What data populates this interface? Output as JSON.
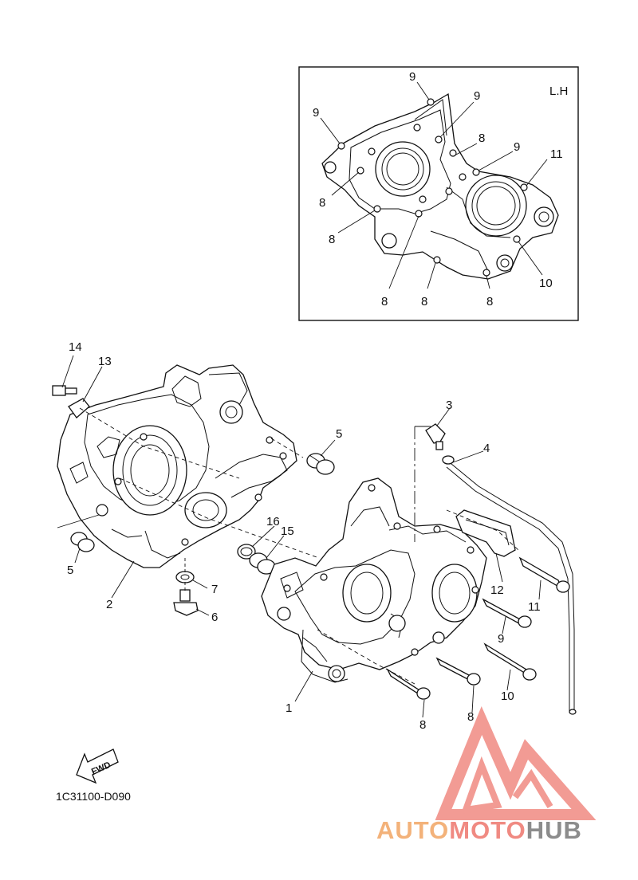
{
  "inset": {
    "title": "L.H"
  },
  "drawing_code": "1C31100-D090",
  "fwd_label": "FWD",
  "watermark": {
    "part1": "AUTO",
    "part2": "MOTO",
    "part3": "HUB",
    "color_light": "#f3b27a",
    "color_red": "#f08a82",
    "color_grey": "#8c8c8c"
  },
  "inset_callouts": [
    {
      "id": "i9a",
      "text": "9"
    },
    {
      "id": "i9b",
      "text": "9"
    },
    {
      "id": "i9c",
      "text": "9"
    },
    {
      "id": "i9d",
      "text": "9"
    },
    {
      "id": "i8a",
      "text": "8"
    },
    {
      "id": "i8b",
      "text": "8"
    },
    {
      "id": "i8c",
      "text": "8"
    },
    {
      "id": "i11",
      "text": "11"
    },
    {
      "id": "i8d",
      "text": "8"
    },
    {
      "id": "i8e",
      "text": "8"
    },
    {
      "id": "i8f",
      "text": "8"
    },
    {
      "id": "i10",
      "text": "10"
    }
  ],
  "main_callouts": [
    {
      "id": "m14",
      "text": "14"
    },
    {
      "id": "m13",
      "text": "13"
    },
    {
      "id": "m5a",
      "text": "5"
    },
    {
      "id": "m5b",
      "text": "5"
    },
    {
      "id": "m2",
      "text": "2"
    },
    {
      "id": "m16",
      "text": "16"
    },
    {
      "id": "m15",
      "text": "15"
    },
    {
      "id": "m7",
      "text": "7"
    },
    {
      "id": "m6",
      "text": "6"
    },
    {
      "id": "m3",
      "text": "3"
    },
    {
      "id": "m4",
      "text": "4"
    },
    {
      "id": "m12",
      "text": "12"
    },
    {
      "id": "m11",
      "text": "11"
    },
    {
      "id": "m9",
      "text": "9"
    },
    {
      "id": "m10",
      "text": "10"
    },
    {
      "id": "m1",
      "text": "1"
    },
    {
      "id": "m8a",
      "text": "8"
    },
    {
      "id": "m8b",
      "text": "8"
    }
  ]
}
